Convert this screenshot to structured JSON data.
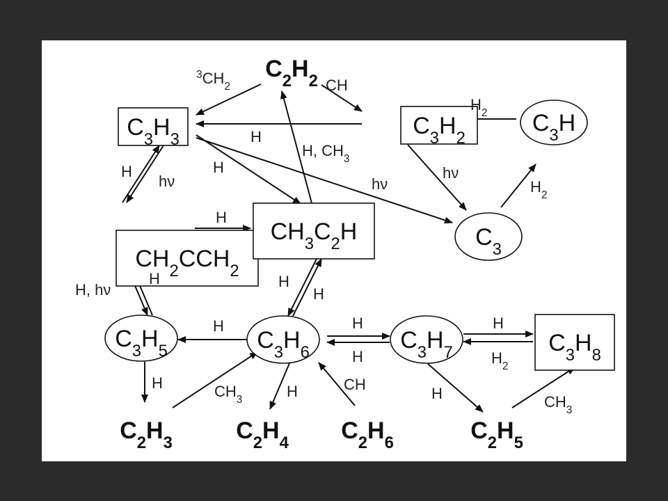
{
  "nodes": {
    "C3H3": {
      "parts": [
        [
          "C",
          ""
        ],
        [
          "3",
          "s"
        ],
        [
          "H",
          ""
        ],
        [
          "3",
          "s"
        ]
      ],
      "shape": "rect"
    },
    "C3H2": {
      "parts": [
        [
          "C",
          ""
        ],
        [
          "3",
          "s"
        ],
        [
          "H",
          ""
        ],
        [
          "2",
          "s"
        ]
      ],
      "shape": "rect"
    },
    "C3H": {
      "parts": [
        [
          "C",
          ""
        ],
        [
          "3",
          "s"
        ],
        [
          "H",
          ""
        ]
      ],
      "shape": "ellipse"
    },
    "CH2CCH2": {
      "parts": [
        [
          "CH",
          ""
        ],
        [
          "2",
          "s"
        ],
        [
          "CCH",
          ""
        ],
        [
          "2",
          "s"
        ]
      ],
      "shape": "rect"
    },
    "CH3C2H": {
      "parts": [
        [
          "CH",
          ""
        ],
        [
          "3",
          "s"
        ],
        [
          "C",
          ""
        ],
        [
          "2",
          "s"
        ],
        [
          "H",
          ""
        ]
      ],
      "shape": "rect"
    },
    "C3": {
      "parts": [
        [
          "C",
          ""
        ],
        [
          "3",
          "s"
        ]
      ],
      "shape": "ellipse"
    },
    "C3H5": {
      "parts": [
        [
          "C",
          ""
        ],
        [
          "3",
          "s"
        ],
        [
          "H",
          ""
        ],
        [
          "5",
          "s"
        ]
      ],
      "shape": "ellipse"
    },
    "C3H6": {
      "parts": [
        [
          "C",
          ""
        ],
        [
          "3",
          "s"
        ],
        [
          "H",
          ""
        ],
        [
          "6",
          "s"
        ]
      ],
      "shape": "ellipse"
    },
    "C3H7": {
      "parts": [
        [
          "C",
          ""
        ],
        [
          "3",
          "s"
        ],
        [
          "H",
          ""
        ],
        [
          "7",
          "s"
        ]
      ],
      "shape": "ellipse"
    },
    "C3H8": {
      "parts": [
        [
          "C",
          ""
        ],
        [
          "3",
          "s"
        ],
        [
          "H",
          ""
        ],
        [
          "8",
          "s"
        ]
      ],
      "shape": "rect"
    },
    "C2H2": {
      "parts": [
        [
          "C",
          ""
        ],
        [
          "2",
          "s"
        ],
        [
          "H",
          ""
        ],
        [
          "2",
          "s"
        ]
      ],
      "shape": "bold"
    },
    "C2H3": {
      "parts": [
        [
          "C",
          ""
        ],
        [
          "2",
          "s"
        ],
        [
          "H",
          ""
        ],
        [
          "3",
          "s"
        ]
      ],
      "shape": "bold"
    },
    "C2H4": {
      "parts": [
        [
          "C",
          ""
        ],
        [
          "2",
          "s"
        ],
        [
          "H",
          ""
        ],
        [
          "4",
          "s"
        ]
      ],
      "shape": "bold"
    },
    "C2H6": {
      "parts": [
        [
          "C",
          ""
        ],
        [
          "2",
          "s"
        ],
        [
          "H",
          ""
        ],
        [
          "6",
          "s"
        ]
      ],
      "shape": "bold"
    },
    "C2H5": {
      "parts": [
        [
          "C",
          ""
        ],
        [
          "2",
          "s"
        ],
        [
          "H",
          ""
        ],
        [
          "5",
          "s"
        ]
      ],
      "shape": "bold"
    }
  },
  "labels": {
    "CH2_3": [
      [
        "3",
        "p"
      ],
      [
        "CH",
        ""
      ],
      [
        "2",
        "s"
      ]
    ],
    "CH": [
      [
        "CH",
        ""
      ]
    ],
    "H2_a": [
      [
        "H",
        ""
      ],
      [
        "2",
        "s"
      ]
    ],
    "H_a": [
      [
        "H",
        ""
      ]
    ],
    "H_CH3": [
      [
        "H, CH",
        ""
      ],
      [
        "3",
        "s"
      ]
    ],
    "H_b": [
      [
        "H",
        ""
      ]
    ],
    "hv_a": [
      [
        "hν",
        ""
      ]
    ],
    "hv_b": [
      [
        "hν",
        ""
      ]
    ],
    "H2_b": [
      [
        "H",
        ""
      ],
      [
        "2",
        "s"
      ]
    ],
    "H_c": [
      [
        "H",
        ""
      ]
    ],
    "hv_c": [
      [
        "hν",
        ""
      ]
    ],
    "H_d": [
      [
        "H",
        ""
      ]
    ],
    "H_hv": [
      [
        "H, hν",
        ""
      ]
    ],
    "H_e": [
      [
        "H",
        ""
      ]
    ],
    "H_f": [
      [
        "H",
        ""
      ]
    ],
    "H_g": [
      [
        "H",
        ""
      ]
    ],
    "H_h": [
      [
        "H",
        ""
      ]
    ],
    "H_i": [
      [
        "H",
        ""
      ]
    ],
    "H_j": [
      [
        "H",
        ""
      ]
    ],
    "H_k": [
      [
        "H",
        ""
      ]
    ],
    "H2_c": [
      [
        "H",
        ""
      ],
      [
        "2",
        "s"
      ]
    ],
    "H_l": [
      [
        "H",
        ""
      ]
    ],
    "CH3_a": [
      [
        "CH",
        ""
      ],
      [
        "3",
        "s"
      ]
    ],
    "H_m": [
      [
        "H",
        ""
      ]
    ],
    "CH_b": [
      [
        "CH",
        ""
      ]
    ],
    "H_n": [
      [
        "H",
        ""
      ]
    ],
    "CH3_b": [
      [
        "CH",
        ""
      ],
      [
        "3",
        "s"
      ]
    ]
  }
}
